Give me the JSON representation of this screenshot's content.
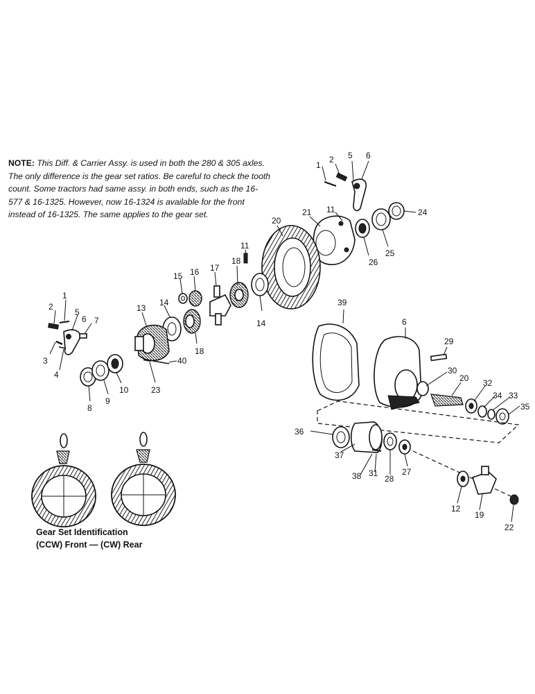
{
  "note": {
    "label": "NOTE:",
    "text": "This Diff. & Carrier Assy. is used in both the 280 & 305 axles. The only difference is the gear set ratios. Be careful to check the tooth count. Some tractors had same assy. in both ends, such as the 16-577 & 16-1325. However, now 16-1324 is available for the front instead of 16-1325. The same applies to the gear set."
  },
  "caption": {
    "line1": "Gear Set Identification",
    "line2": "(CCW) Front — (CW) Rear"
  },
  "callouts": [
    {
      "id": "c-1a",
      "label": "1"
    },
    {
      "id": "c-2a",
      "label": "2"
    },
    {
      "id": "c-5a",
      "label": "5"
    },
    {
      "id": "c-6a",
      "label": "6"
    },
    {
      "id": "c-24",
      "label": "24"
    },
    {
      "id": "c-21",
      "label": "21"
    },
    {
      "id": "c-11a",
      "label": "11"
    },
    {
      "id": "c-20a",
      "label": "20"
    },
    {
      "id": "c-26",
      "label": "26"
    },
    {
      "id": "c-25",
      "label": "25"
    },
    {
      "id": "c-11b",
      "label": "11"
    },
    {
      "id": "c-18a",
      "label": "18"
    },
    {
      "id": "c-17",
      "label": "17"
    },
    {
      "id": "c-16",
      "label": "16"
    },
    {
      "id": "c-15",
      "label": "15"
    },
    {
      "id": "c-14a",
      "label": "14"
    },
    {
      "id": "c-14b",
      "label": "14"
    },
    {
      "id": "c-13",
      "label": "13"
    },
    {
      "id": "c-18b",
      "label": "18"
    },
    {
      "id": "c-1b",
      "label": "1"
    },
    {
      "id": "c-2b",
      "label": "2"
    },
    {
      "id": "c-5b",
      "label": "5"
    },
    {
      "id": "c-6b",
      "label": "6"
    },
    {
      "id": "c-7",
      "label": "7"
    },
    {
      "id": "c-3",
      "label": "3"
    },
    {
      "id": "c-4",
      "label": "4"
    },
    {
      "id": "c-40",
      "label": "40"
    },
    {
      "id": "c-23",
      "label": "23"
    },
    {
      "id": "c-8",
      "label": "8"
    },
    {
      "id": "c-9",
      "label": "9"
    },
    {
      "id": "c-10",
      "label": "10"
    },
    {
      "id": "c-39",
      "label": "39"
    },
    {
      "id": "c-6c",
      "label": "6"
    },
    {
      "id": "c-29",
      "label": "29"
    },
    {
      "id": "c-30",
      "label": "30"
    },
    {
      "id": "c-20b",
      "label": "20"
    },
    {
      "id": "c-32",
      "label": "32"
    },
    {
      "id": "c-34",
      "label": "34"
    },
    {
      "id": "c-33",
      "label": "33"
    },
    {
      "id": "c-35",
      "label": "35"
    },
    {
      "id": "c-36",
      "label": "36"
    },
    {
      "id": "c-37",
      "label": "37"
    },
    {
      "id": "c-38",
      "label": "38"
    },
    {
      "id": "c-31",
      "label": "31"
    },
    {
      "id": "c-28",
      "label": "28"
    },
    {
      "id": "c-27",
      "label": "27"
    },
    {
      "id": "c-12",
      "label": "12"
    },
    {
      "id": "c-19",
      "label": "19"
    },
    {
      "id": "c-22",
      "label": "22"
    }
  ]
}
